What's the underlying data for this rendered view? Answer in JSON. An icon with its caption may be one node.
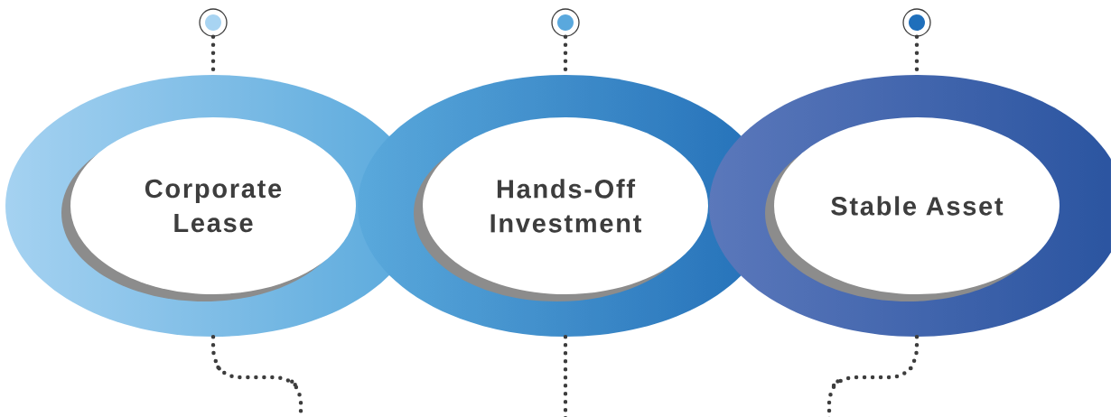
{
  "diagram": {
    "nodes": [
      {
        "text": [],
        "shape": "circle"
      },
      {
        "text": [],
        "shape": "circle"
      },
      {
        "text": [],
        "shape": "circle"
      },
      {
        "text": [
          "Corporate Lease"
        ]
      },
      {
        "text": [
          "Hands-Off Investment"
        ]
      },
      {
        "text": [
          "Stable Asset"
        ]
      }
    ],
    "edges": [
      {
        "from": 0,
        "to": 3,
        "arrow": "none",
        "style": "dashed"
      },
      {
        "from": 1,
        "to": 4,
        "arrow": "none",
        "style": "dashed"
      },
      {
        "from": 2,
        "to": 5,
        "arrow": "none",
        "style": "dashed"
      },
      {
        "from": 3,
        "to": null,
        "arrow": "none",
        "style": "dashed"
      },
      {
        "from": 4,
        "to": null,
        "arrow": "none",
        "style": "dashed"
      },
      {
        "from": 5,
        "to": null,
        "arrow": "none",
        "style": "dashed"
      }
    ]
  }
}
